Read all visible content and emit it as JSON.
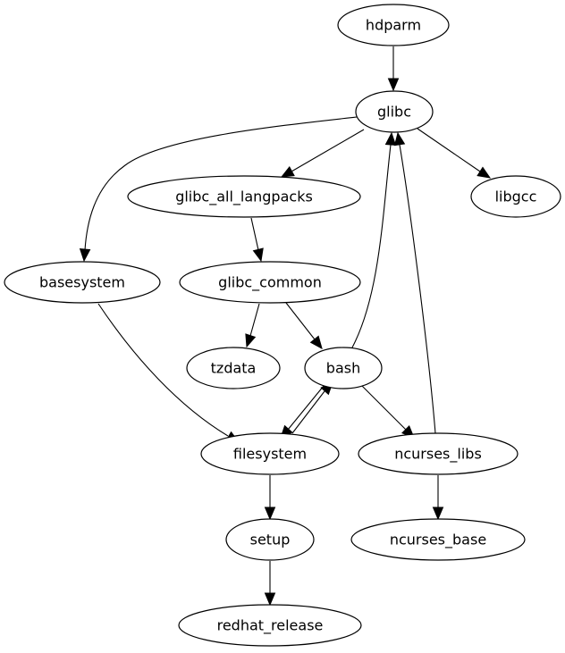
{
  "graph": {
    "type": "directed-dependency-graph",
    "nodes": [
      {
        "id": "hdparm",
        "label": "hdparm"
      },
      {
        "id": "glibc",
        "label": "glibc"
      },
      {
        "id": "glibc_all_langpacks",
        "label": "glibc_all_langpacks"
      },
      {
        "id": "libgcc",
        "label": "libgcc"
      },
      {
        "id": "basesystem",
        "label": "basesystem"
      },
      {
        "id": "glibc_common",
        "label": "glibc_common"
      },
      {
        "id": "tzdata",
        "label": "tzdata"
      },
      {
        "id": "bash",
        "label": "bash"
      },
      {
        "id": "filesystem",
        "label": "filesystem"
      },
      {
        "id": "ncurses_libs",
        "label": "ncurses_libs"
      },
      {
        "id": "setup",
        "label": "setup"
      },
      {
        "id": "ncurses_base",
        "label": "ncurses_base"
      },
      {
        "id": "redhat_release",
        "label": "redhat_release"
      }
    ],
    "edges": [
      {
        "from": "hdparm",
        "to": "glibc"
      },
      {
        "from": "glibc",
        "to": "glibc_all_langpacks"
      },
      {
        "from": "glibc",
        "to": "libgcc"
      },
      {
        "from": "glibc",
        "to": "basesystem"
      },
      {
        "from": "glibc_all_langpacks",
        "to": "glibc_common"
      },
      {
        "from": "glibc_common",
        "to": "tzdata"
      },
      {
        "from": "glibc_common",
        "to": "bash"
      },
      {
        "from": "basesystem",
        "to": "filesystem"
      },
      {
        "from": "bash",
        "to": "glibc"
      },
      {
        "from": "bash",
        "to": "filesystem"
      },
      {
        "from": "filesystem",
        "to": "bash"
      },
      {
        "from": "bash",
        "to": "ncurses_libs"
      },
      {
        "from": "ncurses_libs",
        "to": "glibc"
      },
      {
        "from": "ncurses_libs",
        "to": "ncurses_base"
      },
      {
        "from": "filesystem",
        "to": "setup"
      },
      {
        "from": "setup",
        "to": "redhat_release"
      }
    ]
  }
}
